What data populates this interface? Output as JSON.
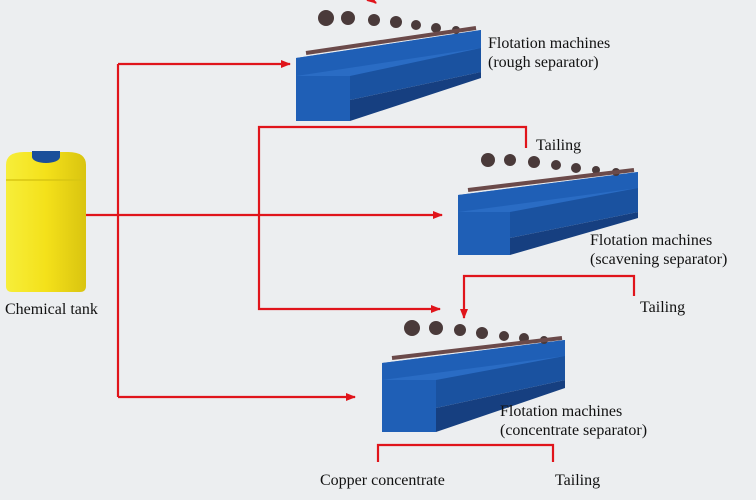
{
  "labels": {
    "chemical_tank": "Chemical tank",
    "rough": "Flotation machines\n(rough separator)",
    "tailing_1": "Tailing",
    "scavenging": "Flotation machines\n(scavening separator)",
    "tailing_2": "Tailing",
    "concentrate": "Flotation machines\n(concentrate separator)",
    "copper_concentrate": "Copper concentrate",
    "tailing_3": "Tailing"
  },
  "colors": {
    "flow_line": "#e0141b",
    "machine_body": "#1f5fb6",
    "machine_dark": "#163f80",
    "tank": "#f4e11a",
    "tank_lid": "#1b4f9a"
  }
}
